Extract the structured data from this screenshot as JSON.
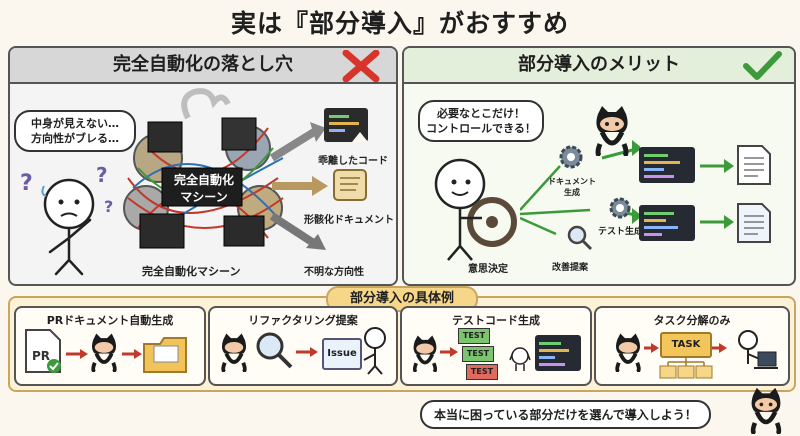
{
  "title": "実は『部分導入』がおすすめ",
  "left": {
    "heading": "完全自動化の落とし穴",
    "bubble_line1": "中身が見えない…",
    "bubble_line2": "方向性がブレる…",
    "machine_label_line1": "完全自動化",
    "machine_label_line2": "マシーン",
    "machine_caption": "完全自動化マシーン",
    "outputs": [
      "乖離したコード",
      "形骸化ドキュメント",
      "不明な方向性"
    ]
  },
  "right": {
    "heading": "部分導入のメリット",
    "bubble_line1": "必要なとこだけ！",
    "bubble_line2": "コントロールできる！",
    "steering_label": "意思決定",
    "tools": [
      "ドキュメント\n生成",
      "テスト生成",
      "改善提案"
    ]
  },
  "examples": {
    "heading": "部分導入の具体例",
    "items": [
      {
        "title": "PRドキュメント自動生成",
        "tag": "PR"
      },
      {
        "title": "リファクタリング提案",
        "tag": "Issue"
      },
      {
        "title": "テストコード生成",
        "tags": [
          "TEST",
          "TEST",
          "TEST"
        ]
      },
      {
        "title": "タスク分解のみ",
        "tag": "TASK"
      }
    ]
  },
  "footer": "本当に困っている部分だけを選んで導入しよう！",
  "colors": {
    "bad": "#d9342b",
    "good": "#3c9a3a",
    "header_bad": "#d7d7d7",
    "header_good": "#e3eedb",
    "examples_bg": "#fdf1d6"
  }
}
